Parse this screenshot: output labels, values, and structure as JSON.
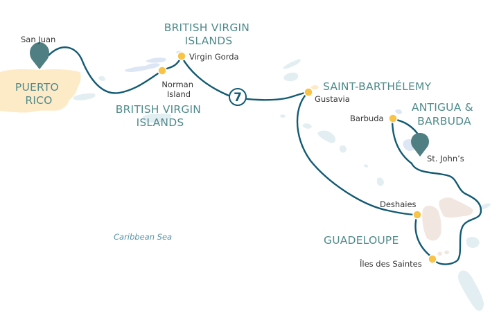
{
  "map": {
    "type": "cruise-route-map",
    "colors": {
      "route": "#125a73",
      "stop_marker": "#f8c347",
      "pin": "#4f7f82",
      "region_label": "#4f8a8b",
      "port_label": "#333333",
      "sea_label": "#5a93a6",
      "land_puerto_rico": "#fdebc8",
      "land_guadeloupe": "#f2e6e1",
      "land_other": "#e2eef2"
    },
    "regions": [
      {
        "id": "puerto-rico",
        "lines": [
          "PUERTO",
          "RICO"
        ]
      },
      {
        "id": "bvi-north",
        "lines": [
          "BRITISH VIRGIN",
          "ISLANDS"
        ]
      },
      {
        "id": "bvi-south",
        "lines": [
          "BRITISH VIRGIN",
          "ISLANDS"
        ]
      },
      {
        "id": "saint-barthelemy",
        "lines": [
          "SAINT-BARTHÉLEMY"
        ]
      },
      {
        "id": "antigua-barbuda",
        "lines": [
          "ANTIGUA &",
          "BARBUDA"
        ]
      },
      {
        "id": "guadeloupe",
        "lines": [
          "GUADELOUPE"
        ]
      }
    ],
    "ports": [
      {
        "id": "san-juan",
        "name": "San Juan",
        "marker": "pin"
      },
      {
        "id": "norman-island",
        "name": "Norman Island",
        "lines": [
          "Norman",
          "Island"
        ],
        "marker": "dot"
      },
      {
        "id": "virgin-gorda",
        "name": "Virgin Gorda",
        "marker": "dot"
      },
      {
        "id": "gustavia",
        "name": "Gustavia",
        "marker": "dot"
      },
      {
        "id": "barbuda",
        "name": "Barbuda",
        "marker": "dot"
      },
      {
        "id": "st-johns",
        "name": "St. John’s",
        "marker": "pin"
      },
      {
        "id": "deshaies",
        "name": "Deshaies",
        "marker": "dot"
      },
      {
        "id": "iles-des-saintes",
        "name": "Îles des Saintes",
        "marker": "dot"
      }
    ],
    "sea_label": "Caribbean Sea",
    "nights_badge": "7"
  }
}
